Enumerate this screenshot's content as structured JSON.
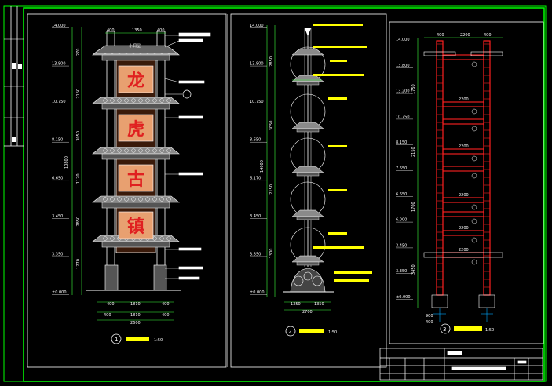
{
  "colors": {
    "background": "#000000",
    "frame": "#00ff00",
    "outline": "#ffffff",
    "dimension": "#3cff3c",
    "text": "#ffff00",
    "rebar": "#ff2020",
    "column_fill": "#c8302a",
    "panel_fill": "#e8a070",
    "roof": "#8a8a8a"
  },
  "sign_characters": [
    "龙",
    "虎",
    "古",
    "镇"
  ],
  "left_view": {
    "levels": [
      "14.000",
      "13.800",
      "10.750",
      "8.150",
      "6.650",
      "3.450",
      "3.350",
      "±0.000"
    ],
    "dims_bottom": [
      "400",
      "1810",
      "400"
    ],
    "dims_bottom_mid": [
      "400",
      "1810",
      "400"
    ],
    "dims_total": "2600",
    "dims_top": [
      "400",
      "1350",
      "400"
    ],
    "vertical_dims": [
      "270",
      "2150",
      "3050",
      "1120",
      "2850",
      "1270"
    ],
    "side_dim": "10800",
    "title_no": "1",
    "scale": "1:50"
  },
  "middle_view": {
    "levels": [
      "14.000",
      "13.800",
      "10.750",
      "8.650",
      "6.170",
      "3.450",
      "3.350",
      "±0.000"
    ],
    "dims_bottom": [
      "1350",
      "1350"
    ],
    "dims_total": "2700",
    "vertical_dims": [
      "2850",
      "3050",
      "2150",
      "1300"
    ],
    "side_dim": "14000",
    "title_no": "2",
    "scale": "1:50"
  },
  "right_view": {
    "levels": [
      "14.000",
      "13.800",
      "13.200",
      "10.750",
      "8.150",
      "7.650",
      "6.650",
      "6.000",
      "3.450",
      "3.350",
      "±0.000"
    ],
    "dims_top": [
      "400",
      "2200",
      "400"
    ],
    "dims_mid": [
      "2200",
      "2200",
      "2200",
      "2200",
      "2200"
    ],
    "dims_bottom": [
      "900",
      "400"
    ],
    "vertical_dims": [
      "1750",
      "2150",
      "1700",
      "3450"
    ],
    "title_no": "3",
    "scale": "1:50"
  }
}
